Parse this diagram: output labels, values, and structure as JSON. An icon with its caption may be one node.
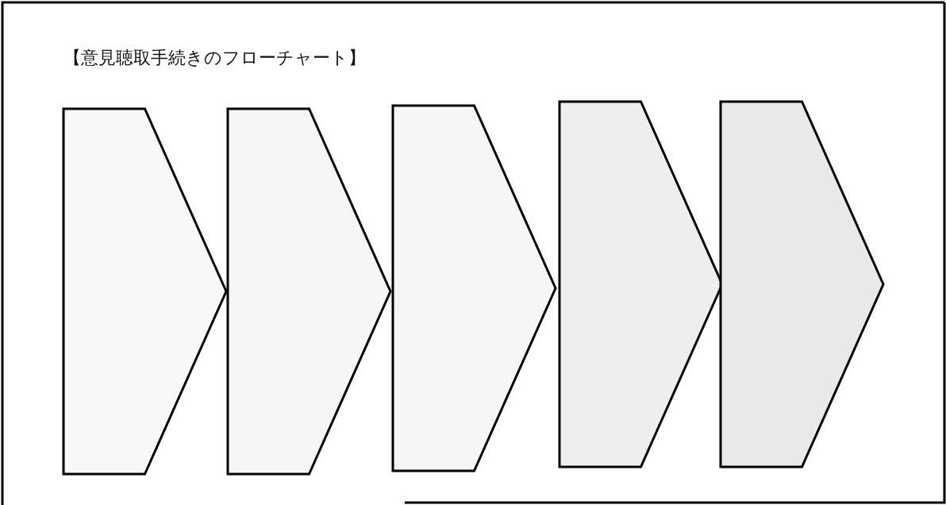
{
  "diagram": {
    "title": "【意見聴取手続きのフローチャート】",
    "nodes": [
      {
        "text": [],
        "shape": "chevron"
      },
      {
        "text": [],
        "shape": "chevron"
      },
      {
        "text": [],
        "shape": "chevron"
      },
      {
        "text": [],
        "shape": "chevron"
      },
      {
        "text": [],
        "shape": "chevron"
      }
    ]
  }
}
